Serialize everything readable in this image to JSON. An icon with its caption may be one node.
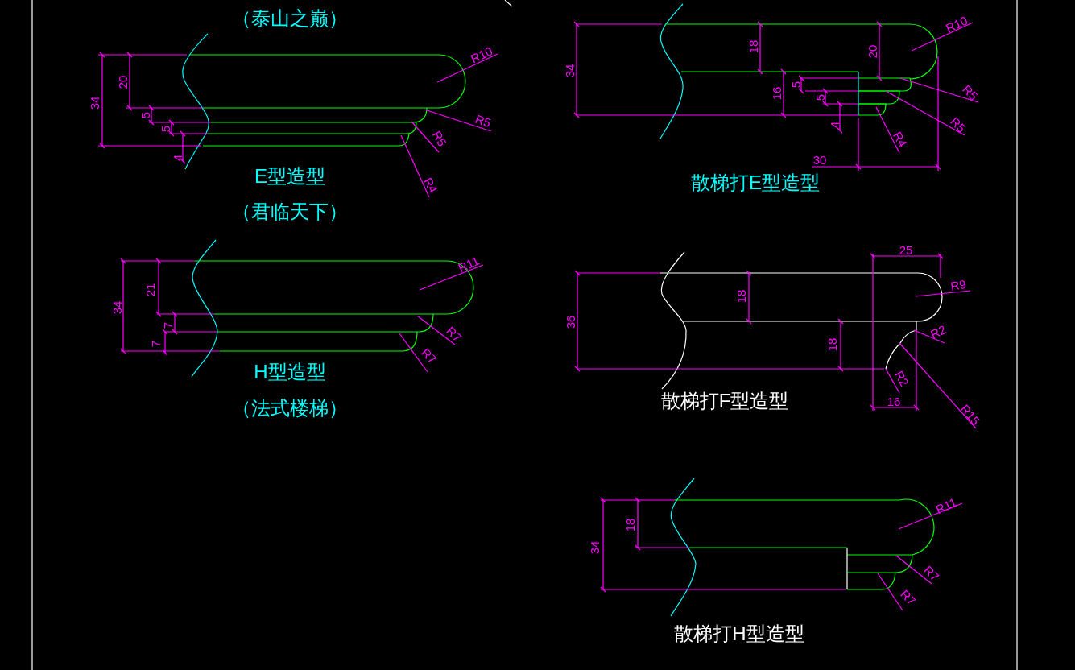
{
  "diagram": {
    "labels": [
      "（泰山之巅）",
      "34",
      "20",
      "5",
      "5",
      "4",
      "R10",
      "R5",
      "R5",
      "R4",
      "E型造型",
      "（君临天下）",
      "34",
      "18",
      "20",
      "5",
      "16",
      "5",
      "4",
      "30",
      "R10",
      "R5",
      "R5",
      "R4",
      "散梯打E型造型",
      "34",
      "21",
      "7",
      "7",
      "R11",
      "R7",
      "R7",
      "H型造型",
      "（法式楼梯）",
      "25",
      "36",
      "18",
      "18",
      "R9",
      "R2",
      "R2",
      "16",
      "R15",
      "散梯打F型造型",
      "34",
      "18",
      "R11",
      "R7",
      "R7",
      "散梯打H型造型"
    ]
  }
}
